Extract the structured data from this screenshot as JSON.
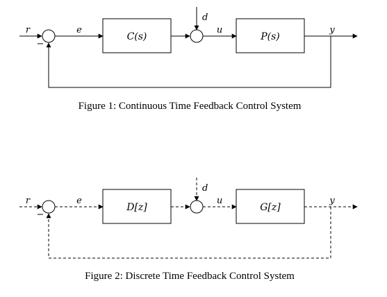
{
  "figure1": {
    "signals": {
      "r": "r",
      "e": "e",
      "d": "d",
      "u": "u",
      "y": "y",
      "minus": "−"
    },
    "controller": "C(s)",
    "plant": "P(s)",
    "caption": "Figure 1: Continuous Time Feedback Control System"
  },
  "figure2": {
    "signals": {
      "r": "r",
      "e": "e",
      "d": "d",
      "u": "u",
      "y": "y",
      "minus": "−"
    },
    "controller": "D[z]",
    "plant": "G[z]",
    "caption": "Figure 2: Discrete Time Feedback Control System"
  }
}
